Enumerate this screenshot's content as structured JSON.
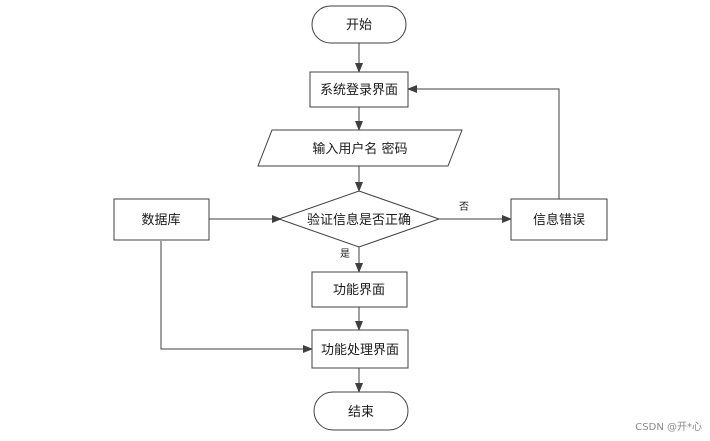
{
  "nodes": {
    "start": "开始",
    "login": "系统登录界面",
    "input": "输入用户名 密码",
    "verify": "验证信息是否正确",
    "database": "数据库",
    "error": "信息错误",
    "function_ui": "功能界面",
    "processing_ui": "功能处理界面",
    "end": "结束"
  },
  "edge_labels": {
    "no": "否",
    "yes": "是"
  },
  "watermark": "CSDN @开*心"
}
